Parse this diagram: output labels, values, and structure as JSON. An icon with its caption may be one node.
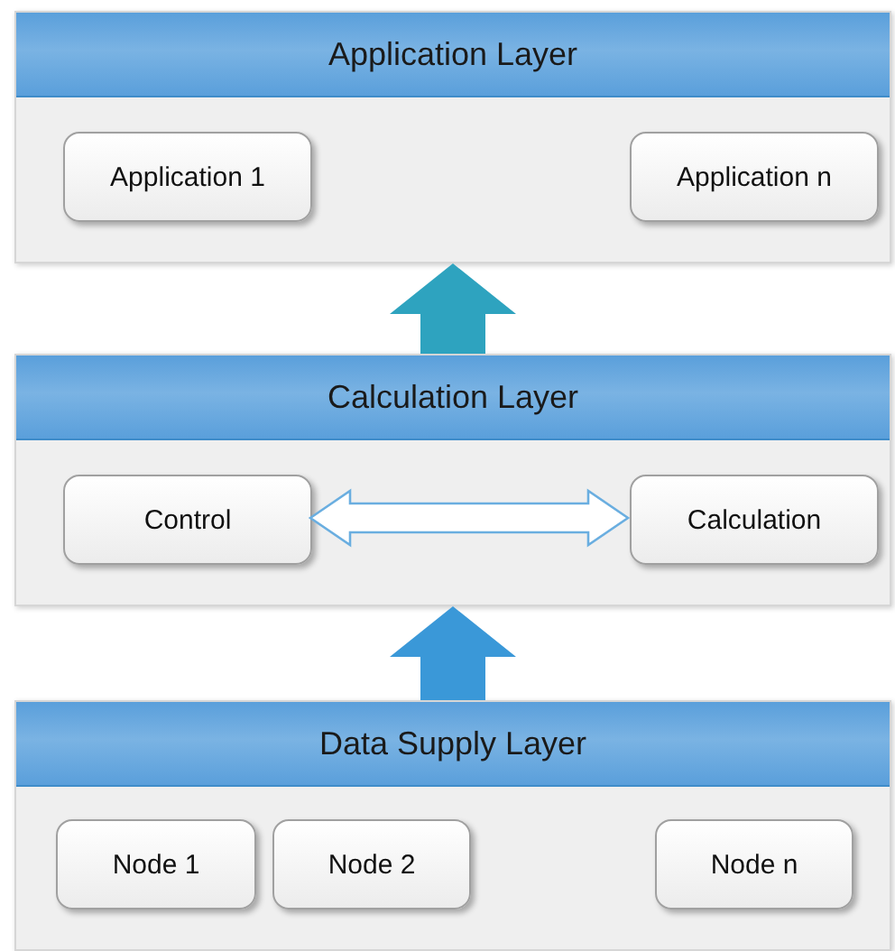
{
  "diagram": {
    "nodes": [
      {
        "text": [
          "Application Layer"
        ]
      },
      {
        "text": [
          "Application 1"
        ],
        "in": 0
      },
      {
        "text": [
          "Application n"
        ],
        "in": 0
      },
      {
        "text": [
          "Calculation Layer"
        ]
      },
      {
        "text": [
          "Control"
        ],
        "in": 3
      },
      {
        "text": [
          "Calculation"
        ],
        "in": 3
      },
      {
        "text": [
          "Data Supply Layer"
        ]
      },
      {
        "text": [
          "Node 1"
        ],
        "in": 6
      },
      {
        "text": [
          "Node 2"
        ],
        "in": 6
      },
      {
        "text": [
          "Node n"
        ],
        "in": 6
      }
    ],
    "edges": [
      {
        "from": 3,
        "to": 0,
        "arrow": "to",
        "style": "thick",
        "color": "#2ea3bf"
      },
      {
        "from": 4,
        "to": 5,
        "arrow": "both",
        "color": "#6aaee0"
      },
      {
        "from": 6,
        "to": 3,
        "arrow": "to",
        "style": "thick",
        "color": "#3a98d8"
      }
    ]
  }
}
